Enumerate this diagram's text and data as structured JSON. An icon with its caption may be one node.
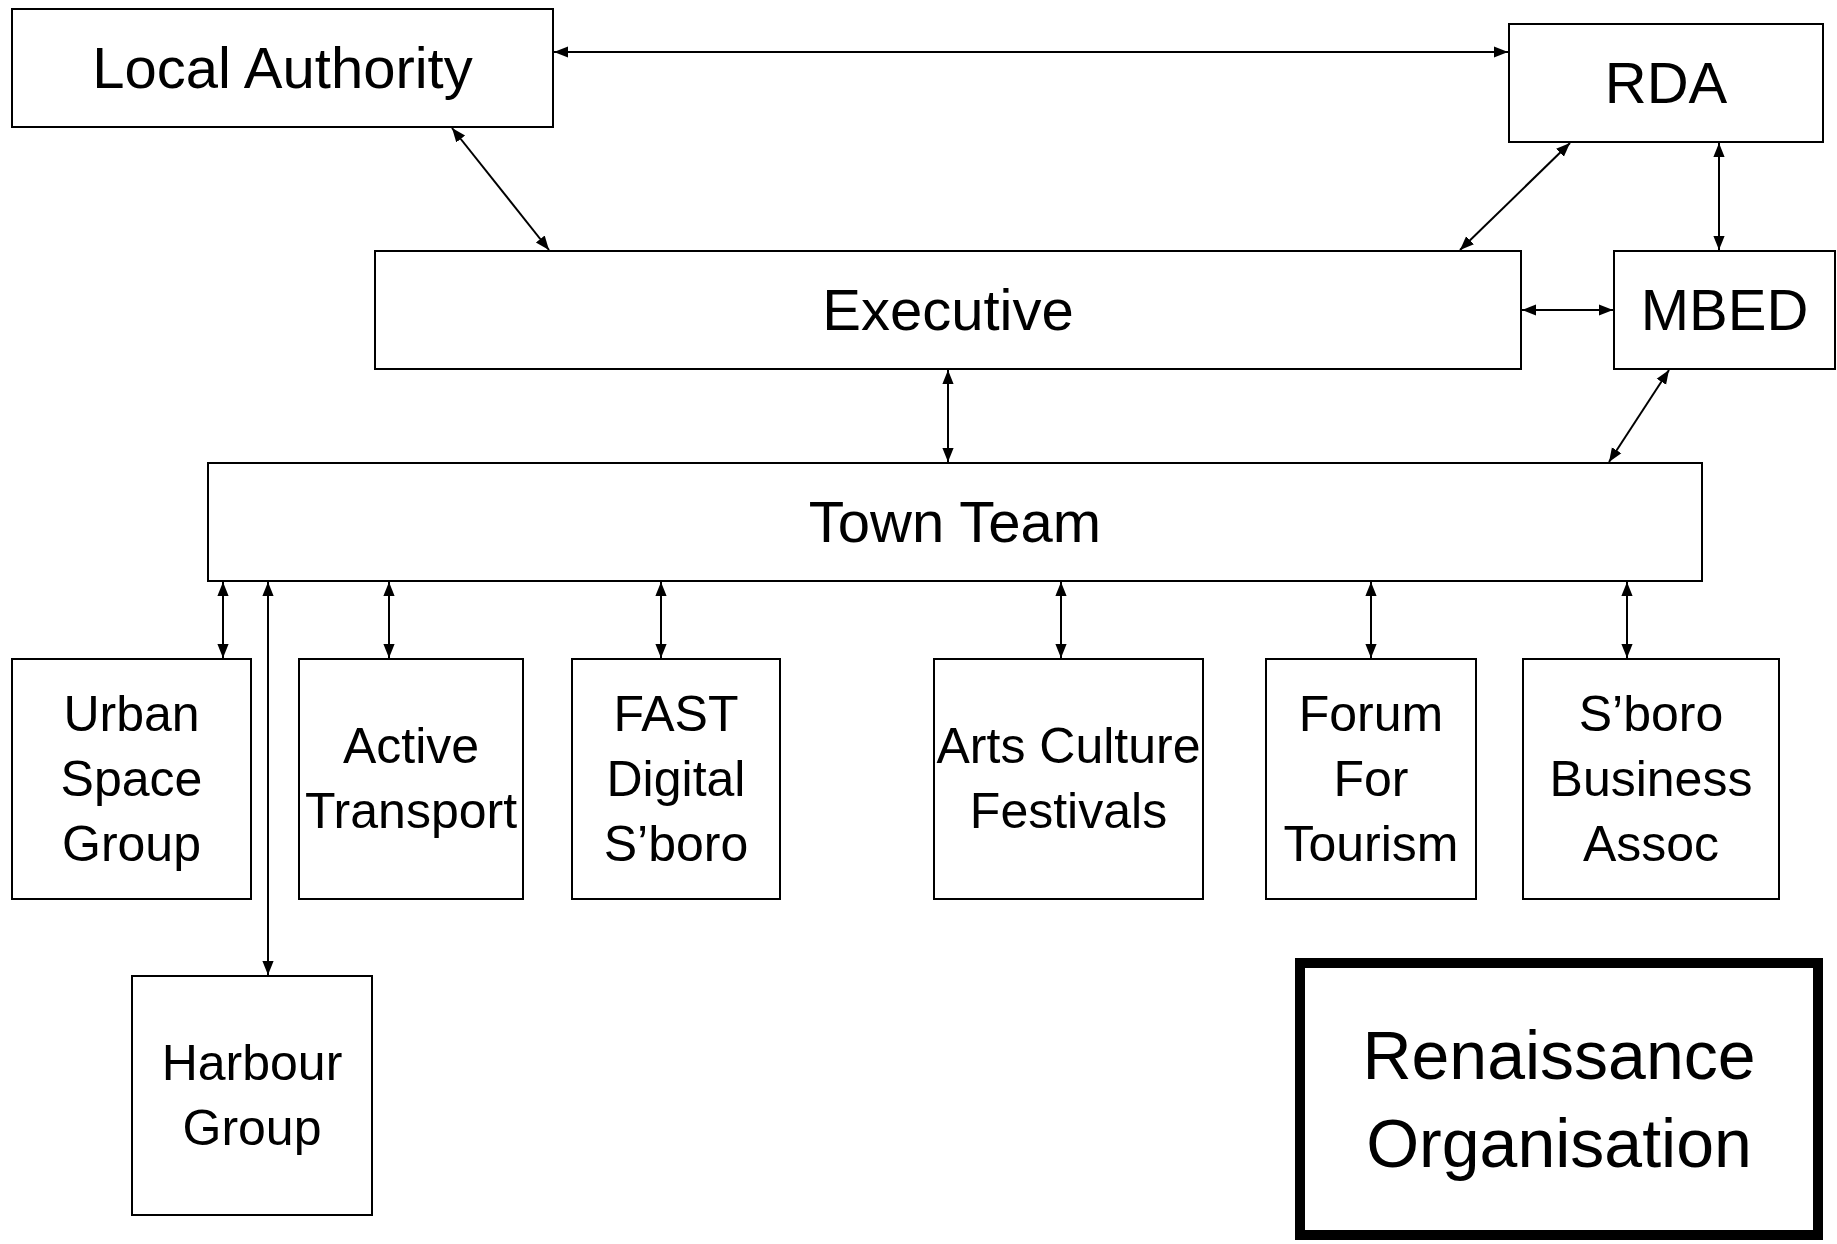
{
  "diagram": {
    "nodes": [
      {
        "text": [
          "Local Authority"
        ]
      },
      {
        "text": [
          "RDA"
        ]
      },
      {
        "text": [
          "Executive"
        ]
      },
      {
        "text": [
          "MBED"
        ]
      },
      {
        "text": [
          "Town Team"
        ]
      },
      {
        "text": [
          "Urban Space Group"
        ]
      },
      {
        "text": [
          "Active Transport"
        ]
      },
      {
        "text": [
          "FAST Digital S’boro"
        ]
      },
      {
        "text": [
          "Arts Culture Festivals"
        ]
      },
      {
        "text": [
          "Forum For Tourism"
        ]
      },
      {
        "text": [
          "S’boro Business Assoc"
        ]
      },
      {
        "text": [
          "Harbour Group"
        ]
      },
      {
        "text": [
          "Renaissance Organisation"
        ]
      }
    ],
    "edges": [
      {
        "from": 0,
        "to": 1,
        "arrow": "both"
      },
      {
        "from": 0,
        "to": 2,
        "arrow": "both"
      },
      {
        "from": 1,
        "to": 2,
        "arrow": "both"
      },
      {
        "from": 1,
        "to": 3,
        "arrow": "both"
      },
      {
        "from": 2,
        "to": 3,
        "arrow": "both"
      },
      {
        "from": 2,
        "to": 4,
        "arrow": "both"
      },
      {
        "from": 3,
        "to": 4,
        "arrow": "both"
      },
      {
        "from": 4,
        "to": 5,
        "arrow": "both"
      },
      {
        "from": 4,
        "to": 11,
        "arrow": "both"
      },
      {
        "from": 4,
        "to": 6,
        "arrow": "both"
      },
      {
        "from": 4,
        "to": 7,
        "arrow": "both"
      },
      {
        "from": 4,
        "to": 8,
        "arrow": "both"
      },
      {
        "from": 4,
        "to": 9,
        "arrow": "both"
      },
      {
        "from": 4,
        "to": 10,
        "arrow": "both"
      }
    ]
  }
}
